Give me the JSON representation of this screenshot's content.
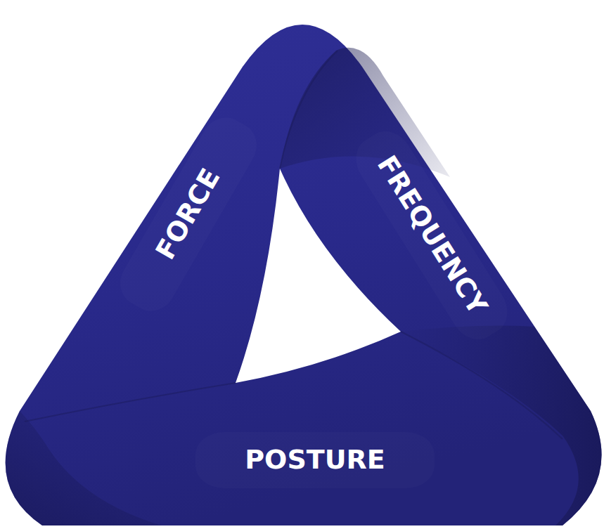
{
  "diagram": {
    "nodes": [
      {
        "text": [
          "FORCE"
        ]
      },
      {
        "text": [
          "FREQUENCY"
        ]
      },
      {
        "text": [
          "POSTURE"
        ]
      }
    ]
  }
}
